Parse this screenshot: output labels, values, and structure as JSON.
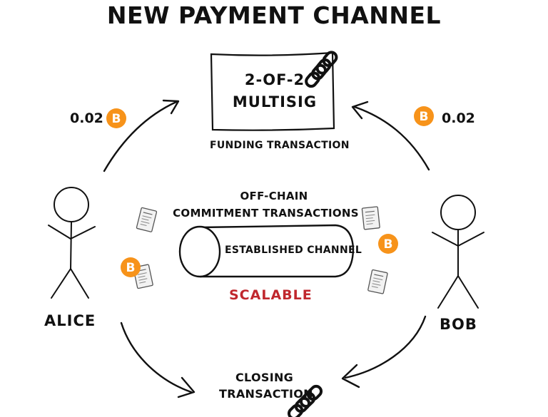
{
  "title": "NEW PAYMENT CHANNEL",
  "funding": {
    "box_line1": "2-OF-2",
    "box_line2": "MULTISIG",
    "label": "FUNDING TRANSACTION"
  },
  "alice": {
    "name": "ALICE",
    "amount": "0.02"
  },
  "bob": {
    "name": "BOB",
    "amount": "0.02"
  },
  "offchain": {
    "line1": "OFF-CHAIN",
    "line2": "COMMITMENT TRANSACTIONS"
  },
  "channel": {
    "label": "ESTABLISHED CHANNEL",
    "property": "SCALABLE"
  },
  "closing": {
    "line1": "CLOSING",
    "line2": "TRANSACTION"
  },
  "icons": {
    "coin": "bitcoin-coin-icon",
    "chain": "chain-link-icon",
    "document": "transaction-document-icon",
    "person": "stick-figure-icon"
  },
  "colors": {
    "bitcoin": "#f7931a",
    "highlight": "#c0272d",
    "ink": "#111111"
  },
  "coin_symbol": "B"
}
